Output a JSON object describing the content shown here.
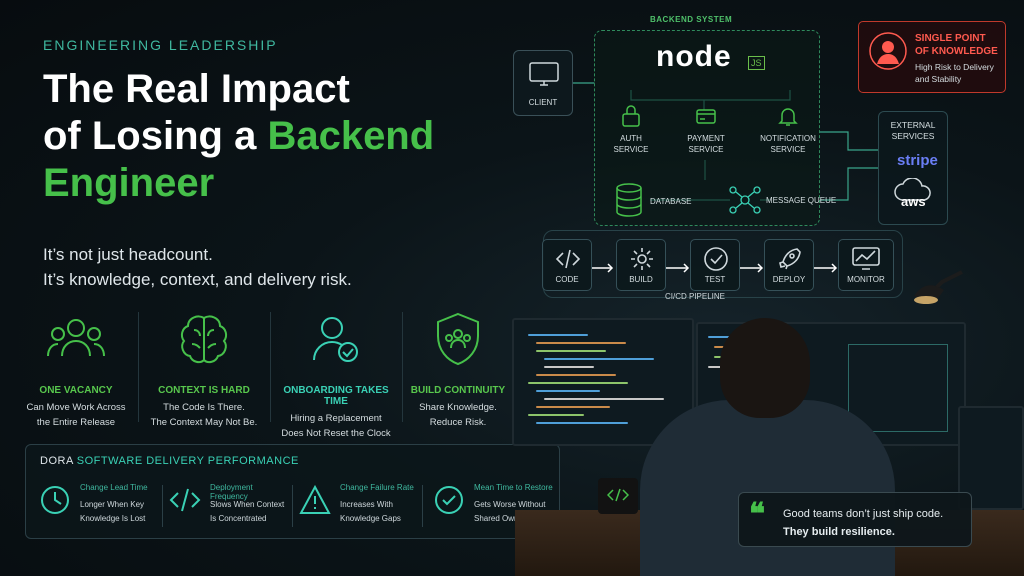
{
  "eyebrow": "ENGINEERING LEADERSHIP",
  "title": {
    "line1": "The Real Impact",
    "line2_pre": "of Losing a ",
    "line2_accent": "Backend",
    "line3": "Engineer"
  },
  "subtitle": {
    "line1": "It’s not just headcount.",
    "line2": "It’s knowledge, context, and delivery risk."
  },
  "features": [
    {
      "icon": "team-icon",
      "heading": "ONE VACANCY",
      "body1": "Can Move Work Across",
      "body2": "the Entire Release"
    },
    {
      "icon": "brain-icon",
      "heading": "CONTEXT IS HARD",
      "body1": "The Code Is There.",
      "body2": "The Context May Not Be."
    },
    {
      "icon": "user-check-icon",
      "heading": "ONBOARDING TAKES TIME",
      "body1": "Hiring a Replacement",
      "body2": "Does Not Reset the Clock"
    },
    {
      "icon": "shield-team-icon",
      "heading": "BUILD CONTINUITY",
      "body1": "Share Knowledge.",
      "body2": "Reduce Risk."
    }
  ],
  "dora": {
    "title_pre": "DORA ",
    "title_accent": "SOFTWARE DELIVERY PERFORMANCE",
    "metrics": [
      {
        "icon": "clock-icon",
        "heading": "Change Lead Time",
        "body1": "Longer When Key",
        "body2": "Knowledge Is Lost"
      },
      {
        "icon": "code-icon",
        "heading": "Deployment Frequency",
        "body1": "Slows When Context",
        "body2": "Is Concentrated"
      },
      {
        "icon": "warning-icon",
        "heading": "Change Failure Rate",
        "body1": "Increases With",
        "body2": "Knowledge Gaps"
      },
      {
        "icon": "check-circle-icon",
        "heading": "Mean Time to Restore",
        "body1": "Gets Worse Without",
        "body2": "Shared Ownership"
      }
    ]
  },
  "system": {
    "label": "BACKEND SYSTEM",
    "node_logo": "node",
    "node_suffix": "JS",
    "client": "CLIENT",
    "auth1": "AUTH",
    "auth2": "SERVICE",
    "payment1": "PAYMENT",
    "payment2": "SERVICE",
    "notif1": "NOTIFICATION",
    "notif2": "SERVICE",
    "database": "DATABASE",
    "queue": "MESSAGE QUEUE",
    "external1": "EXTERNAL",
    "external2": "SERVICES",
    "stripe": "stripe",
    "aws": "aws"
  },
  "spof": {
    "heading1": "SINGLE POINT",
    "heading2": "OF KNOWLEDGE",
    "body1": "High Risk to Delivery",
    "body2": "and Stability"
  },
  "pipeline": {
    "label": "CI/CD PIPELINE",
    "steps": [
      "CODE",
      "BUILD",
      "TEST",
      "DEPLOY",
      "MONITOR"
    ]
  },
  "quote": {
    "line1": "Good teams don’t just ship code.",
    "line2": "They build resilience."
  },
  "colors": {
    "accent_green": "#46c04a",
    "accent_teal": "#3ad1b5",
    "alert_red": "#ff5a4f",
    "background": "#0b1418"
  }
}
